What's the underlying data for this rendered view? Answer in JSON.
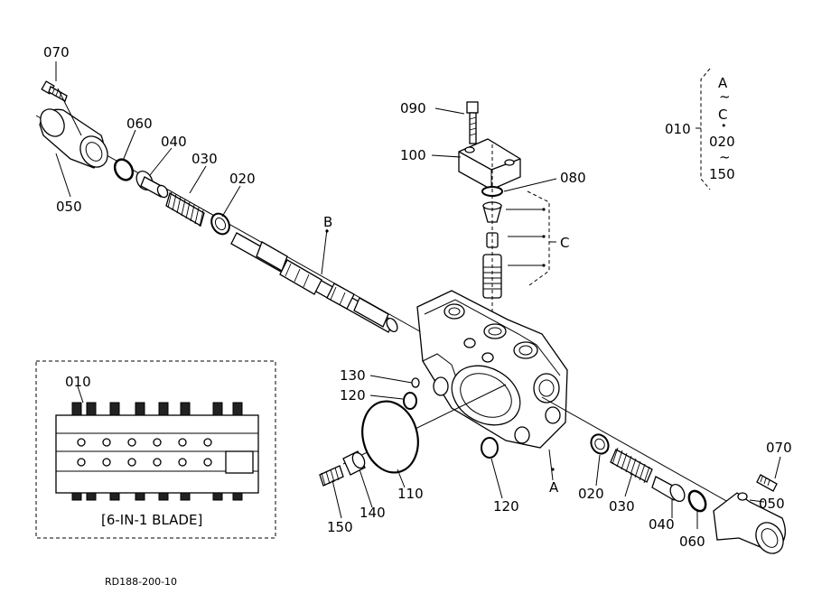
{
  "drawing_code": "RD188-200-10",
  "inset_caption": "[6-IN-1 BLADE]",
  "callouts": {
    "p070_top": "070",
    "p060_top": "060",
    "p040_top": "040",
    "p030_top": "030",
    "p020_top": "020",
    "p050_top": "050",
    "b_label": "B",
    "p090": "090",
    "p100": "100",
    "p080": "080",
    "c_label": "C",
    "p010": "010",
    "bracket_a": "A",
    "bracket_tilde1": "~",
    "bracket_c": "C",
    "bracket_dot": "•",
    "bracket_020": "020",
    "bracket_tilde2": "~",
    "bracket_150": "150",
    "p130": "130",
    "p120_left": "120",
    "p110": "110",
    "p120_bottom": "120",
    "a_label": "A",
    "p020_bottom": "020",
    "p030_bottom": "030",
    "p040_bottom": "040",
    "p060_bottom": "060",
    "p050_bottom": "050",
    "p070_bottom": "070",
    "p140": "140",
    "p150": "150",
    "inset_010": "010"
  },
  "colors": {
    "line": "#000000",
    "background": "#ffffff"
  }
}
